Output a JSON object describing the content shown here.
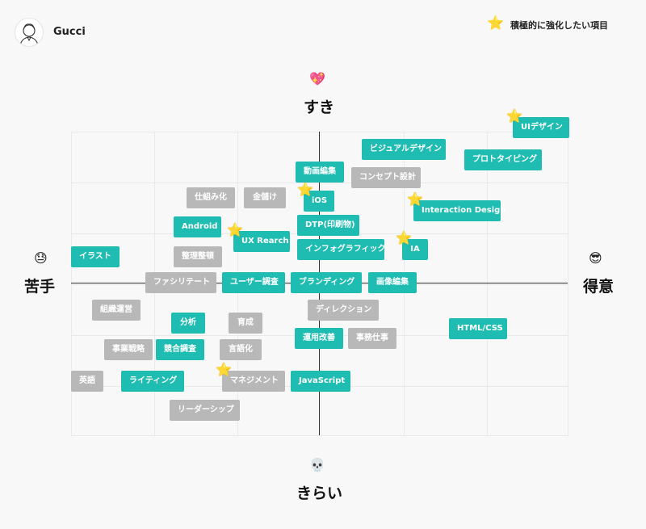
{
  "header": {
    "username": "Gucci"
  },
  "legend": {
    "icon": "star-icon",
    "label": "積極的に強化したい項目",
    "star_color": "#f5c518"
  },
  "axes": {
    "top": {
      "label": "すき",
      "icon": "heart-icon"
    },
    "bottom": {
      "label": "きらい",
      "icon": "skull-icon"
    },
    "left": {
      "label": "苦手",
      "icon": "sweat-face-icon"
    },
    "right": {
      "label": "得意",
      "icon": "sunglasses-face-icon"
    }
  },
  "colors": {
    "teal": "#1fbcb2",
    "gray": "#b8b8b8"
  },
  "tags": [
    {
      "label": "UIデザイン",
      "style": "teal",
      "starred": true
    },
    {
      "label": "ビジュアルデザイン",
      "style": "teal",
      "starred": false
    },
    {
      "label": "プロトタイピング",
      "style": "teal",
      "starred": false
    },
    {
      "label": "動画編集",
      "style": "teal",
      "starred": false
    },
    {
      "label": "コンセプト設計",
      "style": "gray",
      "starred": false
    },
    {
      "label": "仕組み化",
      "style": "gray",
      "starred": false
    },
    {
      "label": "金儲け",
      "style": "gray",
      "starred": false
    },
    {
      "label": "iOS",
      "style": "teal",
      "starred": true
    },
    {
      "label": "Interaction Design",
      "style": "teal",
      "starred": true
    },
    {
      "label": "Android",
      "style": "teal",
      "starred": false
    },
    {
      "label": "DTP(印刷物)",
      "style": "teal",
      "starred": false
    },
    {
      "label": "UX Rearch",
      "style": "teal",
      "starred": true
    },
    {
      "label": "インフォグラフィック",
      "style": "teal",
      "starred": false
    },
    {
      "label": "IA",
      "style": "teal",
      "starred": true
    },
    {
      "label": "イラスト",
      "style": "teal",
      "starred": false
    },
    {
      "label": "整理整頓",
      "style": "gray",
      "starred": false
    },
    {
      "label": "ファシリテート",
      "style": "gray",
      "starred": false
    },
    {
      "label": "ユーザー調査",
      "style": "teal",
      "starred": false
    },
    {
      "label": "ブランディング",
      "style": "teal",
      "starred": false
    },
    {
      "label": "画像編集",
      "style": "teal",
      "starred": false
    },
    {
      "label": "組織運営",
      "style": "gray",
      "starred": false
    },
    {
      "label": "ディレクション",
      "style": "gray",
      "starred": false
    },
    {
      "label": "分析",
      "style": "teal",
      "starred": false
    },
    {
      "label": "育成",
      "style": "gray",
      "starred": false
    },
    {
      "label": "HTML/CSS",
      "style": "teal",
      "starred": false
    },
    {
      "label": "運用改善",
      "style": "teal",
      "starred": false
    },
    {
      "label": "事務仕事",
      "style": "gray",
      "starred": false
    },
    {
      "label": "事業戦略",
      "style": "gray",
      "starred": false
    },
    {
      "label": "競合調査",
      "style": "teal",
      "starred": false
    },
    {
      "label": "言語化",
      "style": "gray",
      "starred": false
    },
    {
      "label": "英語",
      "style": "gray",
      "starred": false
    },
    {
      "label": "ライティング",
      "style": "teal",
      "starred": false
    },
    {
      "label": "マネジメント",
      "style": "gray",
      "starred": true
    },
    {
      "label": "JavaScript",
      "style": "teal",
      "starred": false
    },
    {
      "label": "リーダーシップ",
      "style": "gray",
      "starred": false
    }
  ]
}
